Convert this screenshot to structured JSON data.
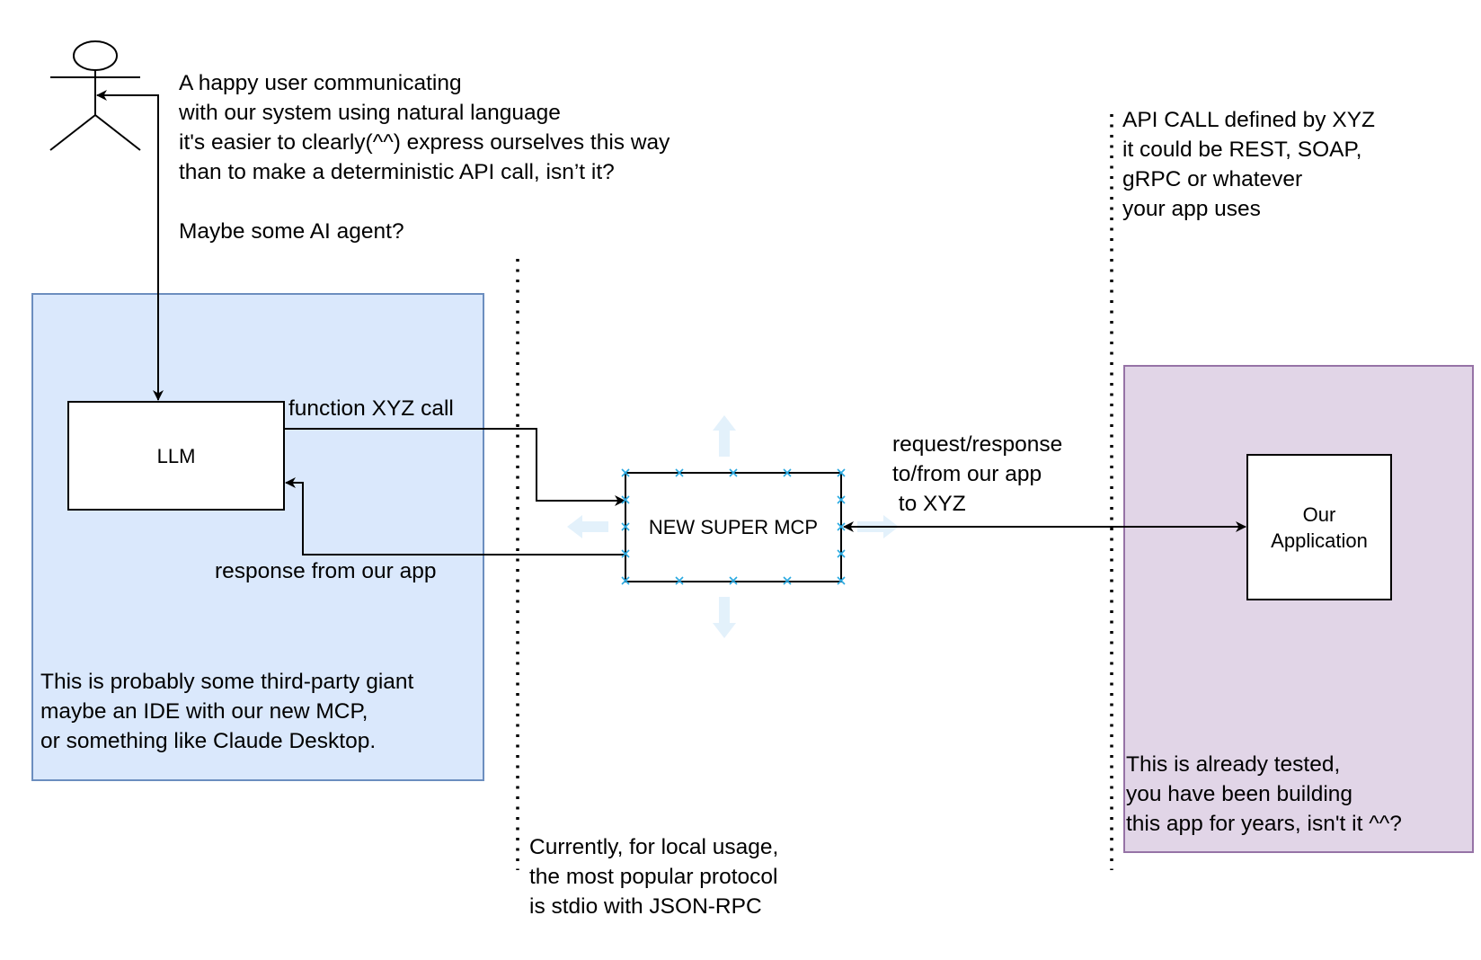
{
  "user": {
    "note": "A happy user communicating\nwith our system using natural language\nit's easier to clearly(^^) express ourselves this way\nthan to make a deterministic API call, isn’t it?\n\nMaybe some AI agent?"
  },
  "host": {
    "llm_label": "LLM",
    "call_label": "function XYZ call",
    "response_label": "response from our app",
    "note": "This is probably some third-party giant\nmaybe an IDE with our new MCP,\nor something like Claude Desktop.",
    "fill_color": "#dae8fc",
    "stroke_color": "#6c8ebf"
  },
  "mcp": {
    "label": "NEW SUPER MCP",
    "protocol_note": "Currently, for local usage,\nthe most popular protocol\nis stdio with JSON-RPC",
    "request_label": "request/response\nto/from our app\n to XYZ",
    "handle_color": "#29a8e0"
  },
  "app": {
    "label": "Our\nApplication",
    "api_note": "API CALL defined by XYZ\nit could be REST, SOAP,\ngRPC or whatever\nyour app uses",
    "note": "This is already tested,\nyou have been building\nthis app for years, isn't it ^^?",
    "fill_color": "#e1d5e7",
    "stroke_color": "#9673a6"
  }
}
